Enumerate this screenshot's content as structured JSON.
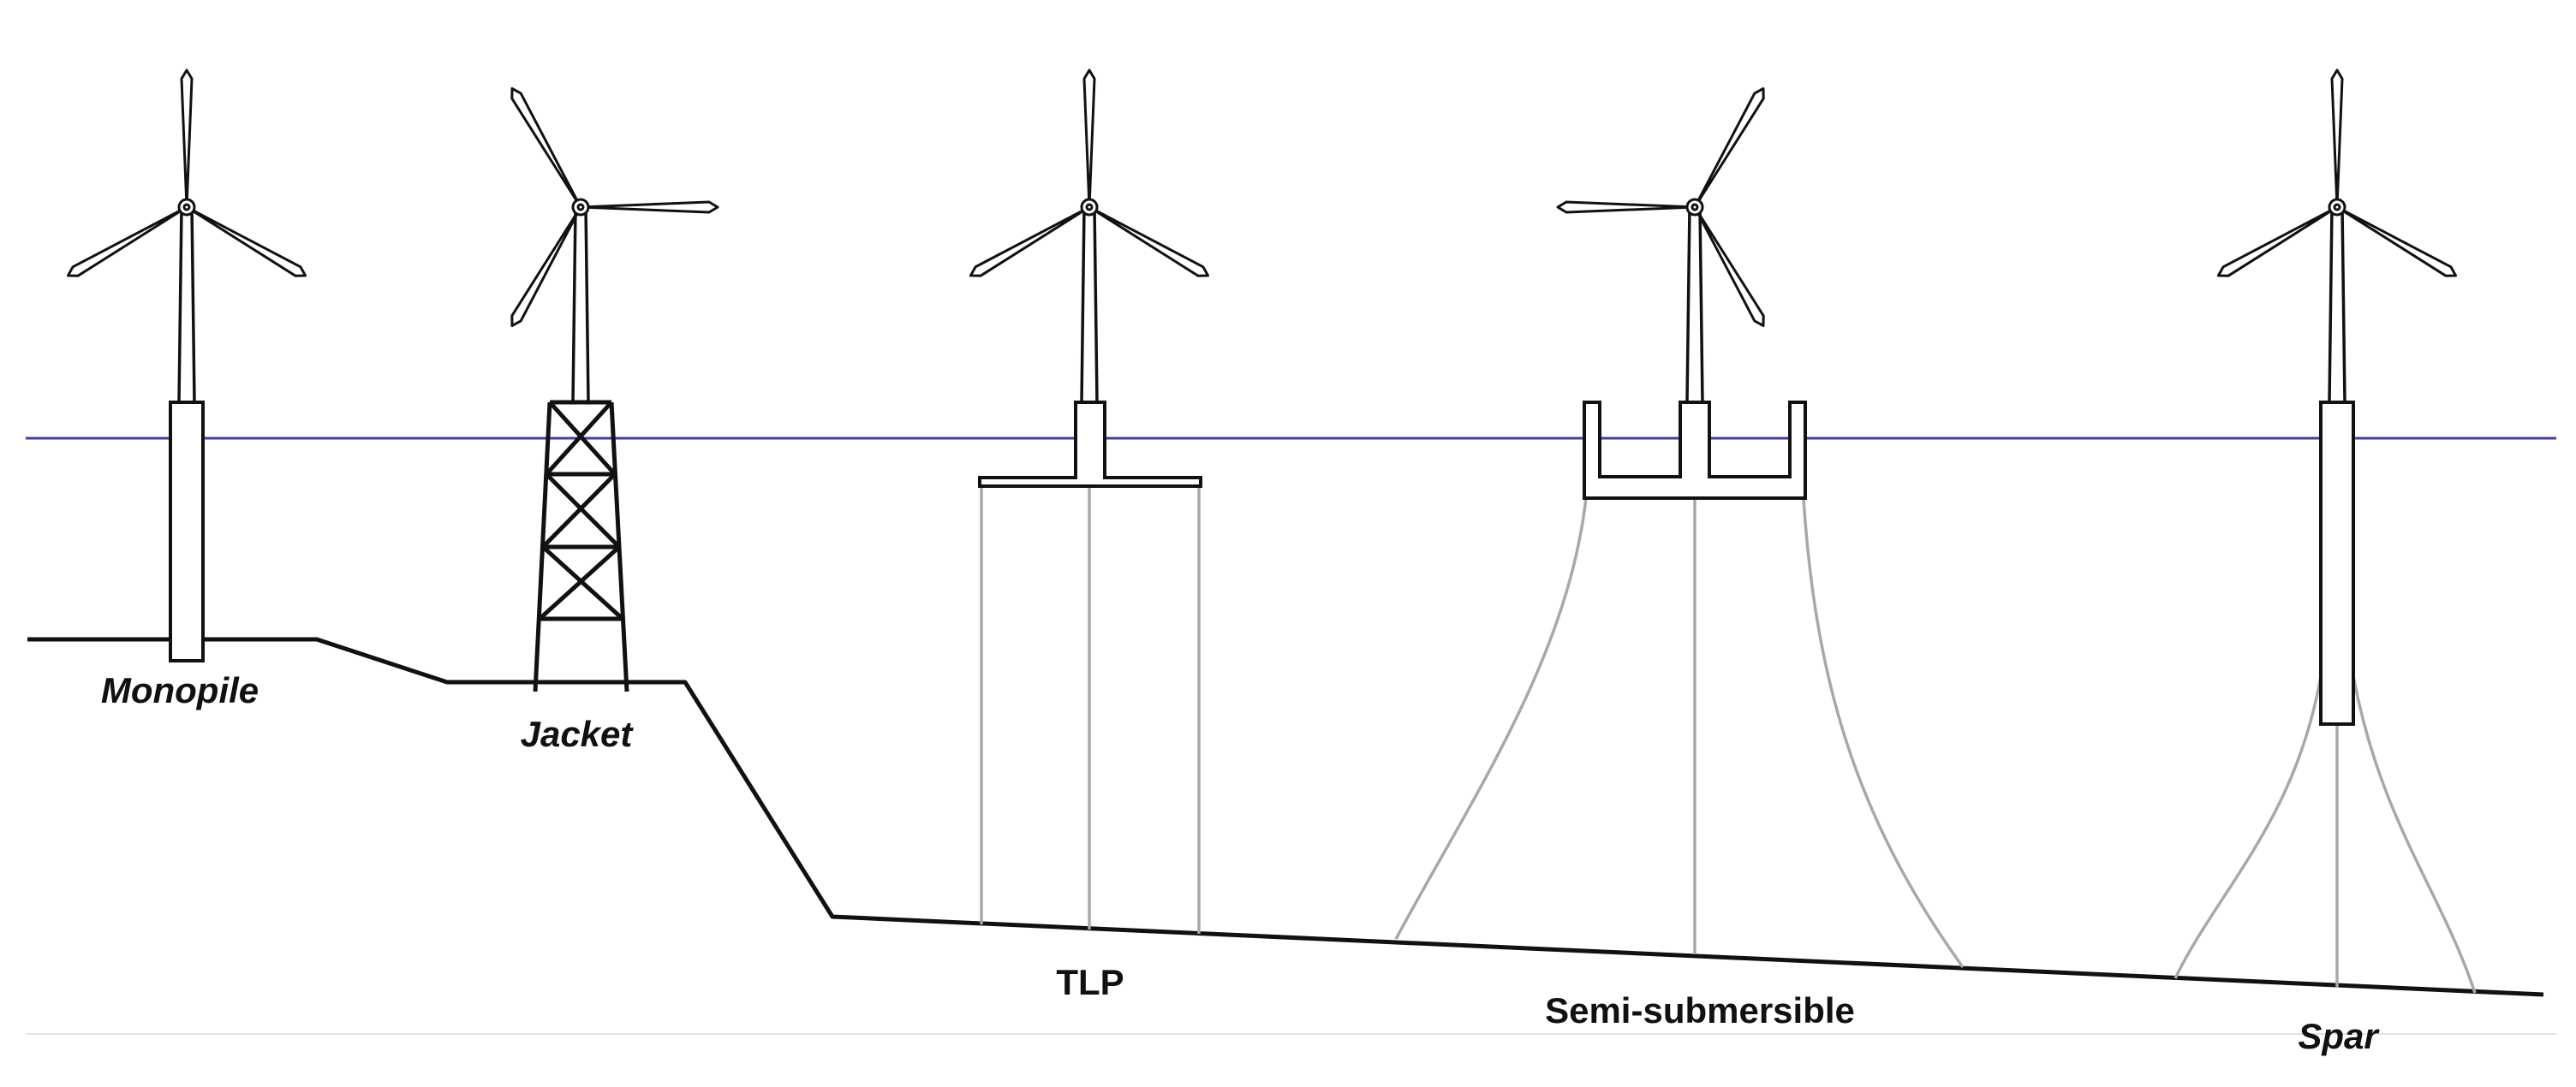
{
  "labels": {
    "monopile": "Monopile",
    "jacket": "Jacket",
    "tlp": "TLP",
    "semi": "Semi-submersible",
    "spar": "Spar"
  },
  "colors": {
    "sea_surface": "#3f3f9f",
    "seabed": "#111111",
    "mooring": "#a8a8a8",
    "outline": "#111111"
  }
}
